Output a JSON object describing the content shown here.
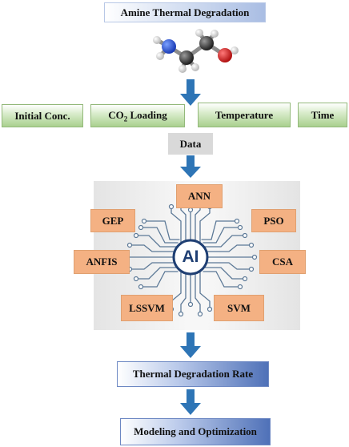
{
  "title": "Amine Thermal Degradation",
  "inputs": {
    "initial_conc": "Initial Conc.",
    "co2_loading_prefix": "CO",
    "co2_loading_sub": "2",
    "co2_loading_suffix": " Loading",
    "temperature": "Temperature",
    "time": "Time"
  },
  "data_label": "Data",
  "ai": {
    "center": "AI",
    "models": {
      "ann": "ANN",
      "gep": "GEP",
      "pso": "PSO",
      "anfis": "ANFIS",
      "csa": "CSA",
      "lssvm": "LSSVM",
      "svm": "SVM"
    }
  },
  "outputs": {
    "rate": "Thermal Degradation Rate",
    "modeling": "Modeling and Optimization"
  },
  "colors": {
    "arrow": "#2e75b6",
    "model_box": "#f4b183",
    "circuit": "#4a6a8a",
    "ai_ring": "#1f3f73"
  }
}
